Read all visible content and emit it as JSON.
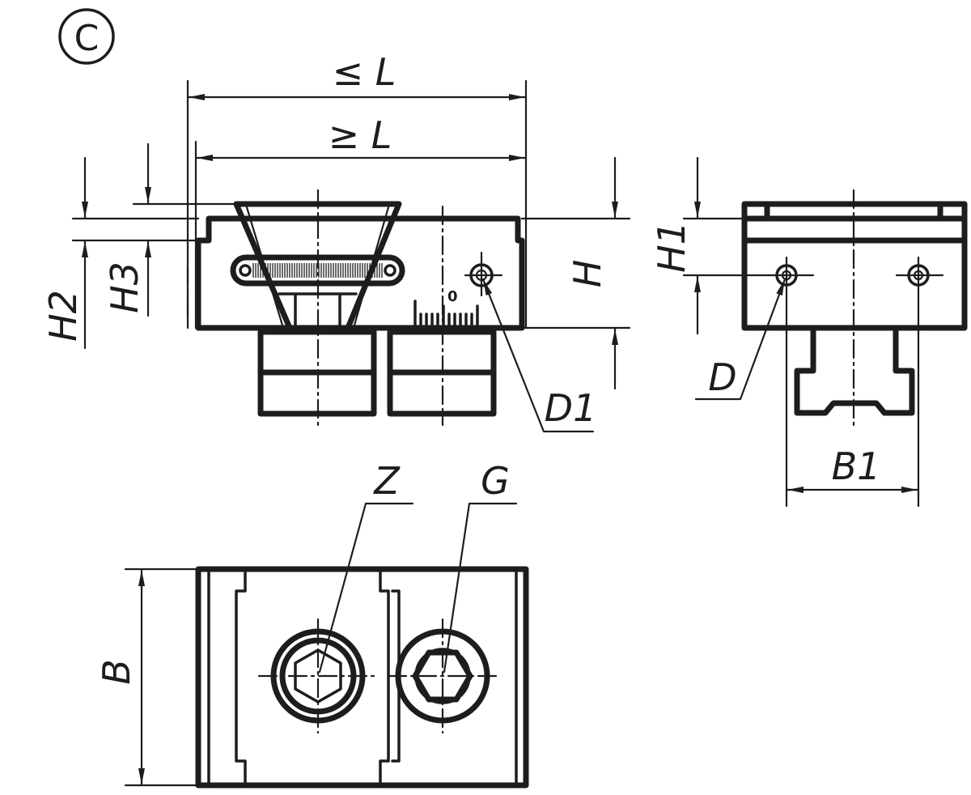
{
  "view_marker": "C",
  "dimensions": {
    "L_max": "≤ L",
    "L_min": "≥ L",
    "H": "H",
    "H1": "H1",
    "H2": "H2",
    "H3": "H3",
    "B": "B",
    "B1": "B1",
    "D": "D",
    "D1": "D1",
    "Z": "Z",
    "G": "G"
  },
  "colors": {
    "line": "#1d1d1b",
    "background": "#ffffff"
  }
}
